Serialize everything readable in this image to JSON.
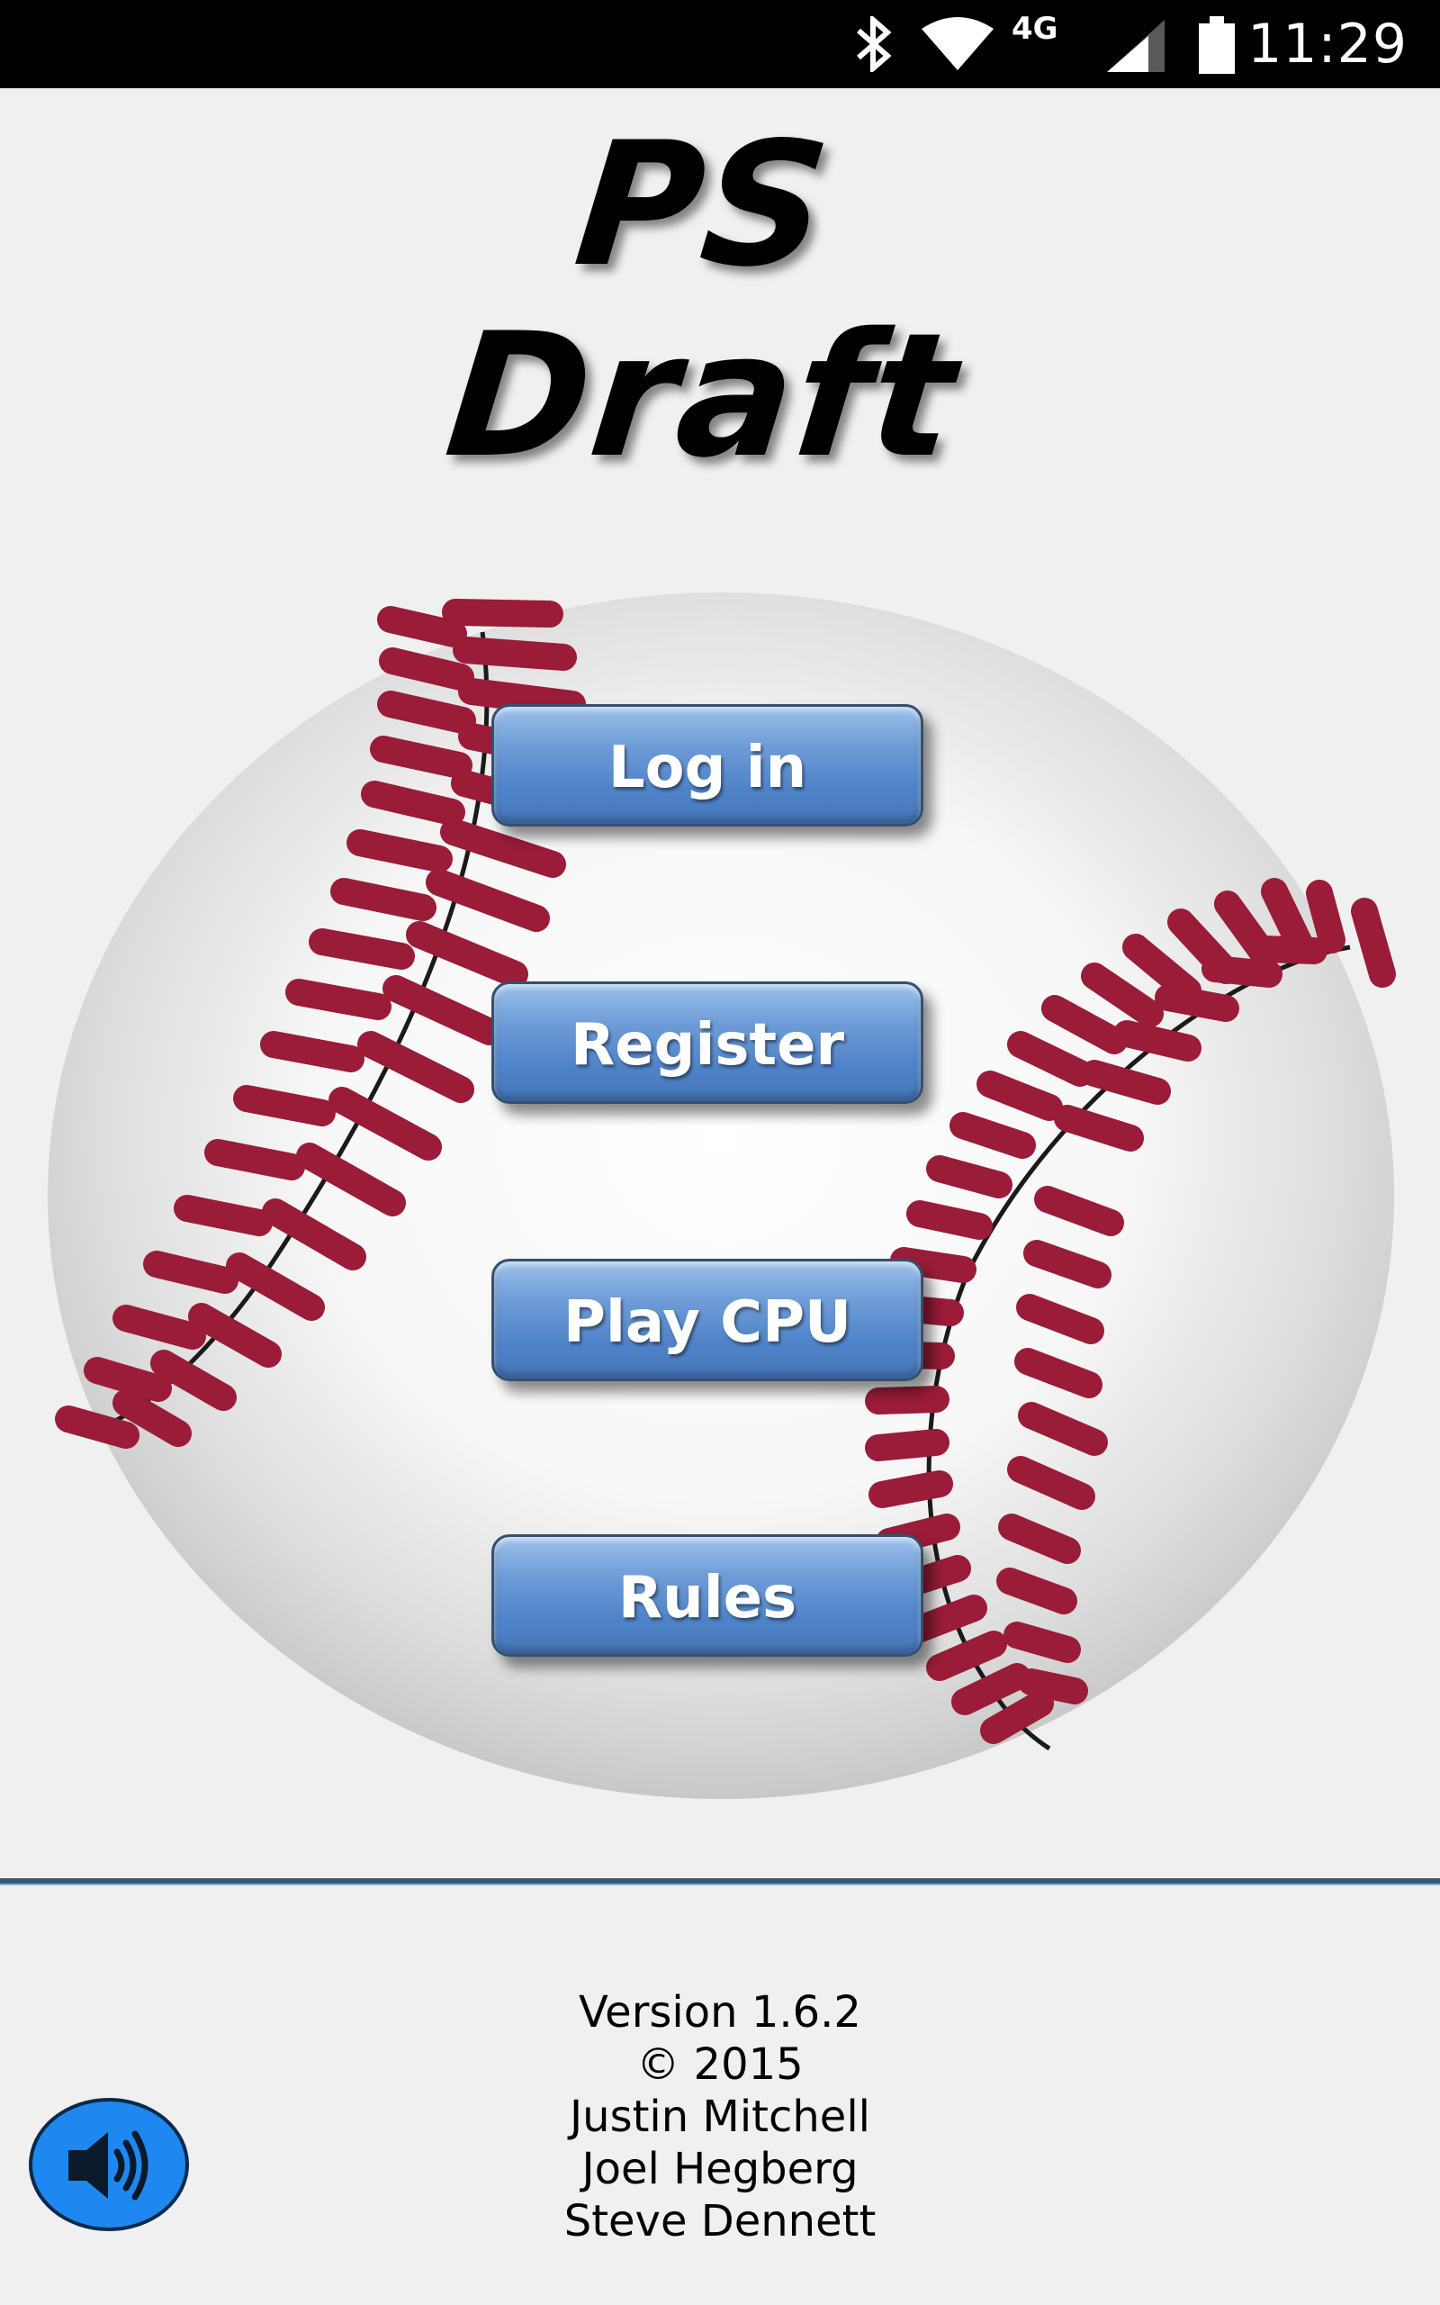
{
  "status_bar": {
    "time": "11:29",
    "network": "4G",
    "icons": [
      "bluetooth-icon",
      "wifi-icon",
      "cellular-signal-icon",
      "battery-icon"
    ]
  },
  "title": {
    "line1": "PS",
    "line2": "Draft"
  },
  "menu": {
    "buttons": [
      {
        "label": "Log in"
      },
      {
        "label": "Register"
      },
      {
        "label": "Play CPU"
      },
      {
        "label": "Rules"
      }
    ],
    "button_color": "#5a8cd0"
  },
  "credits": {
    "version": "Version 1.6.2",
    "copyright": "© 2015",
    "authors": [
      "Justin Mitchell",
      "Joel Hegberg",
      "Steve Dennett"
    ]
  },
  "sound_button": {
    "icon": "speaker-icon",
    "color": "#1e88f0"
  },
  "colors": {
    "stitch": "#9a1c38",
    "background": "#f0f0f0",
    "divider": "#38597c"
  }
}
